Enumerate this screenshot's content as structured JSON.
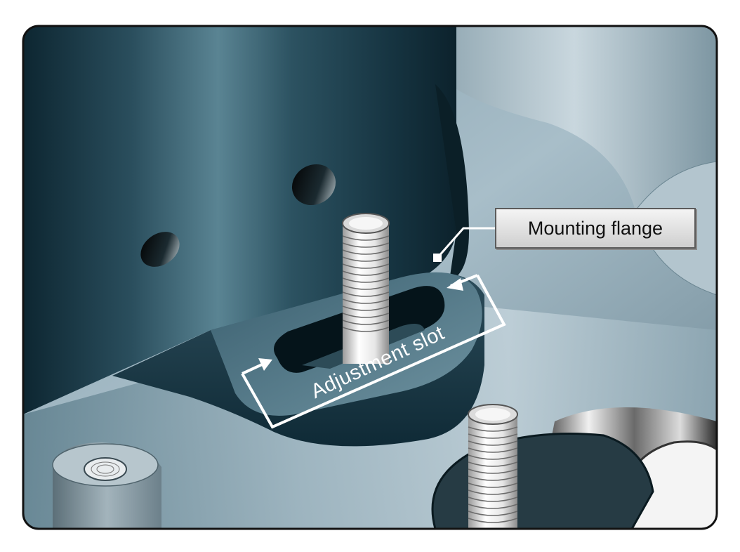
{
  "illustration": {
    "subject": "mechanical-mount-cutaway",
    "colors": {
      "frame_border": "#1a1a1a",
      "housing_dark": "#0f2a36",
      "housing_mid": "#3d6878",
      "plate_light": "#b9ccd6",
      "thread_light": "#f2f2f2",
      "callout_white": "#ffffff"
    }
  },
  "callouts": {
    "mounting_flange": {
      "label": "Mounting flange"
    },
    "adjustment_slot": {
      "label": "Adjustment slot"
    }
  }
}
